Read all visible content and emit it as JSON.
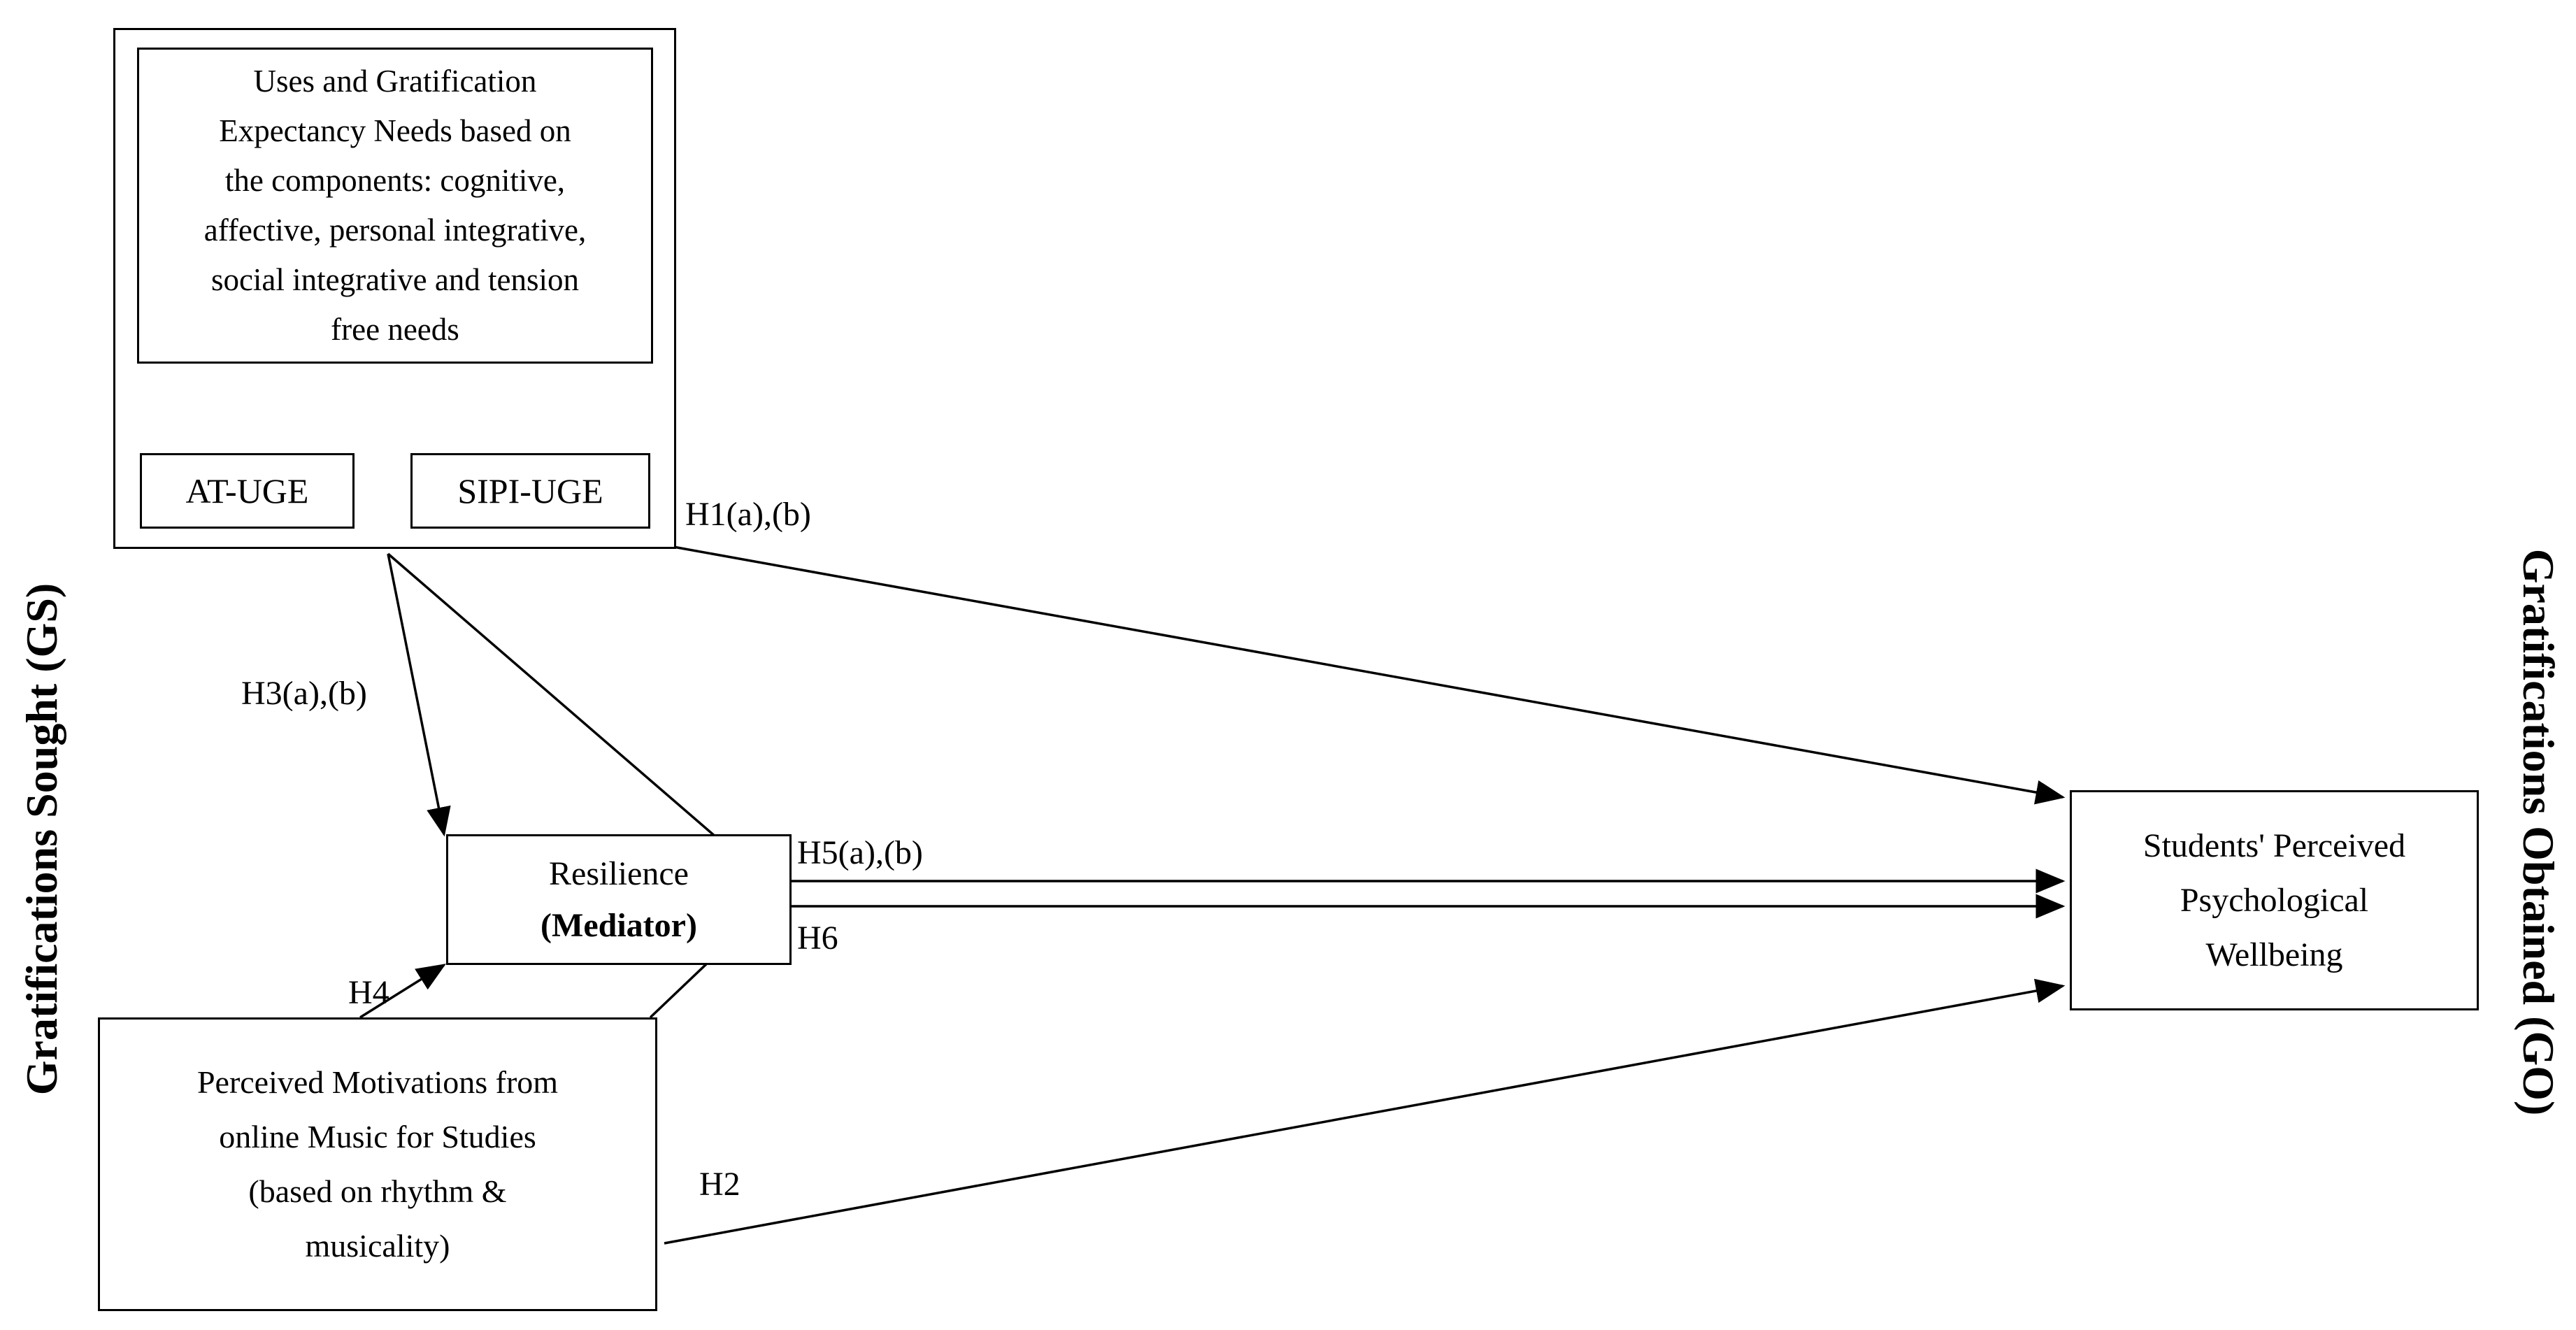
{
  "side_labels": {
    "left": "Gratifications Sought (GS)",
    "right": "Gratifications Obtained (GO)"
  },
  "boxes": {
    "ug_needs": "Uses and Gratification\nExpectancy Needs based on\nthe components: cognitive,\naffective, personal integrative,\nsocial integrative and tension\nfree needs",
    "at_uge": "AT-UGE",
    "sipi_uge": "SIPI-UGE",
    "resilience": "Resilience",
    "mediator": "(Mediator)",
    "music": "Perceived Motivations from\nonline Music for Studies\n(based on rhythm &\nmusicality)",
    "wellbeing": "Students' Perceived\nPsychological\nWellbeing"
  },
  "paths": {
    "h1": "H1(a),(b)",
    "h2": "H2",
    "h3": "H3(a),(b)",
    "h4": "H4",
    "h5": "H5(a),(b)",
    "h6": "H6"
  }
}
